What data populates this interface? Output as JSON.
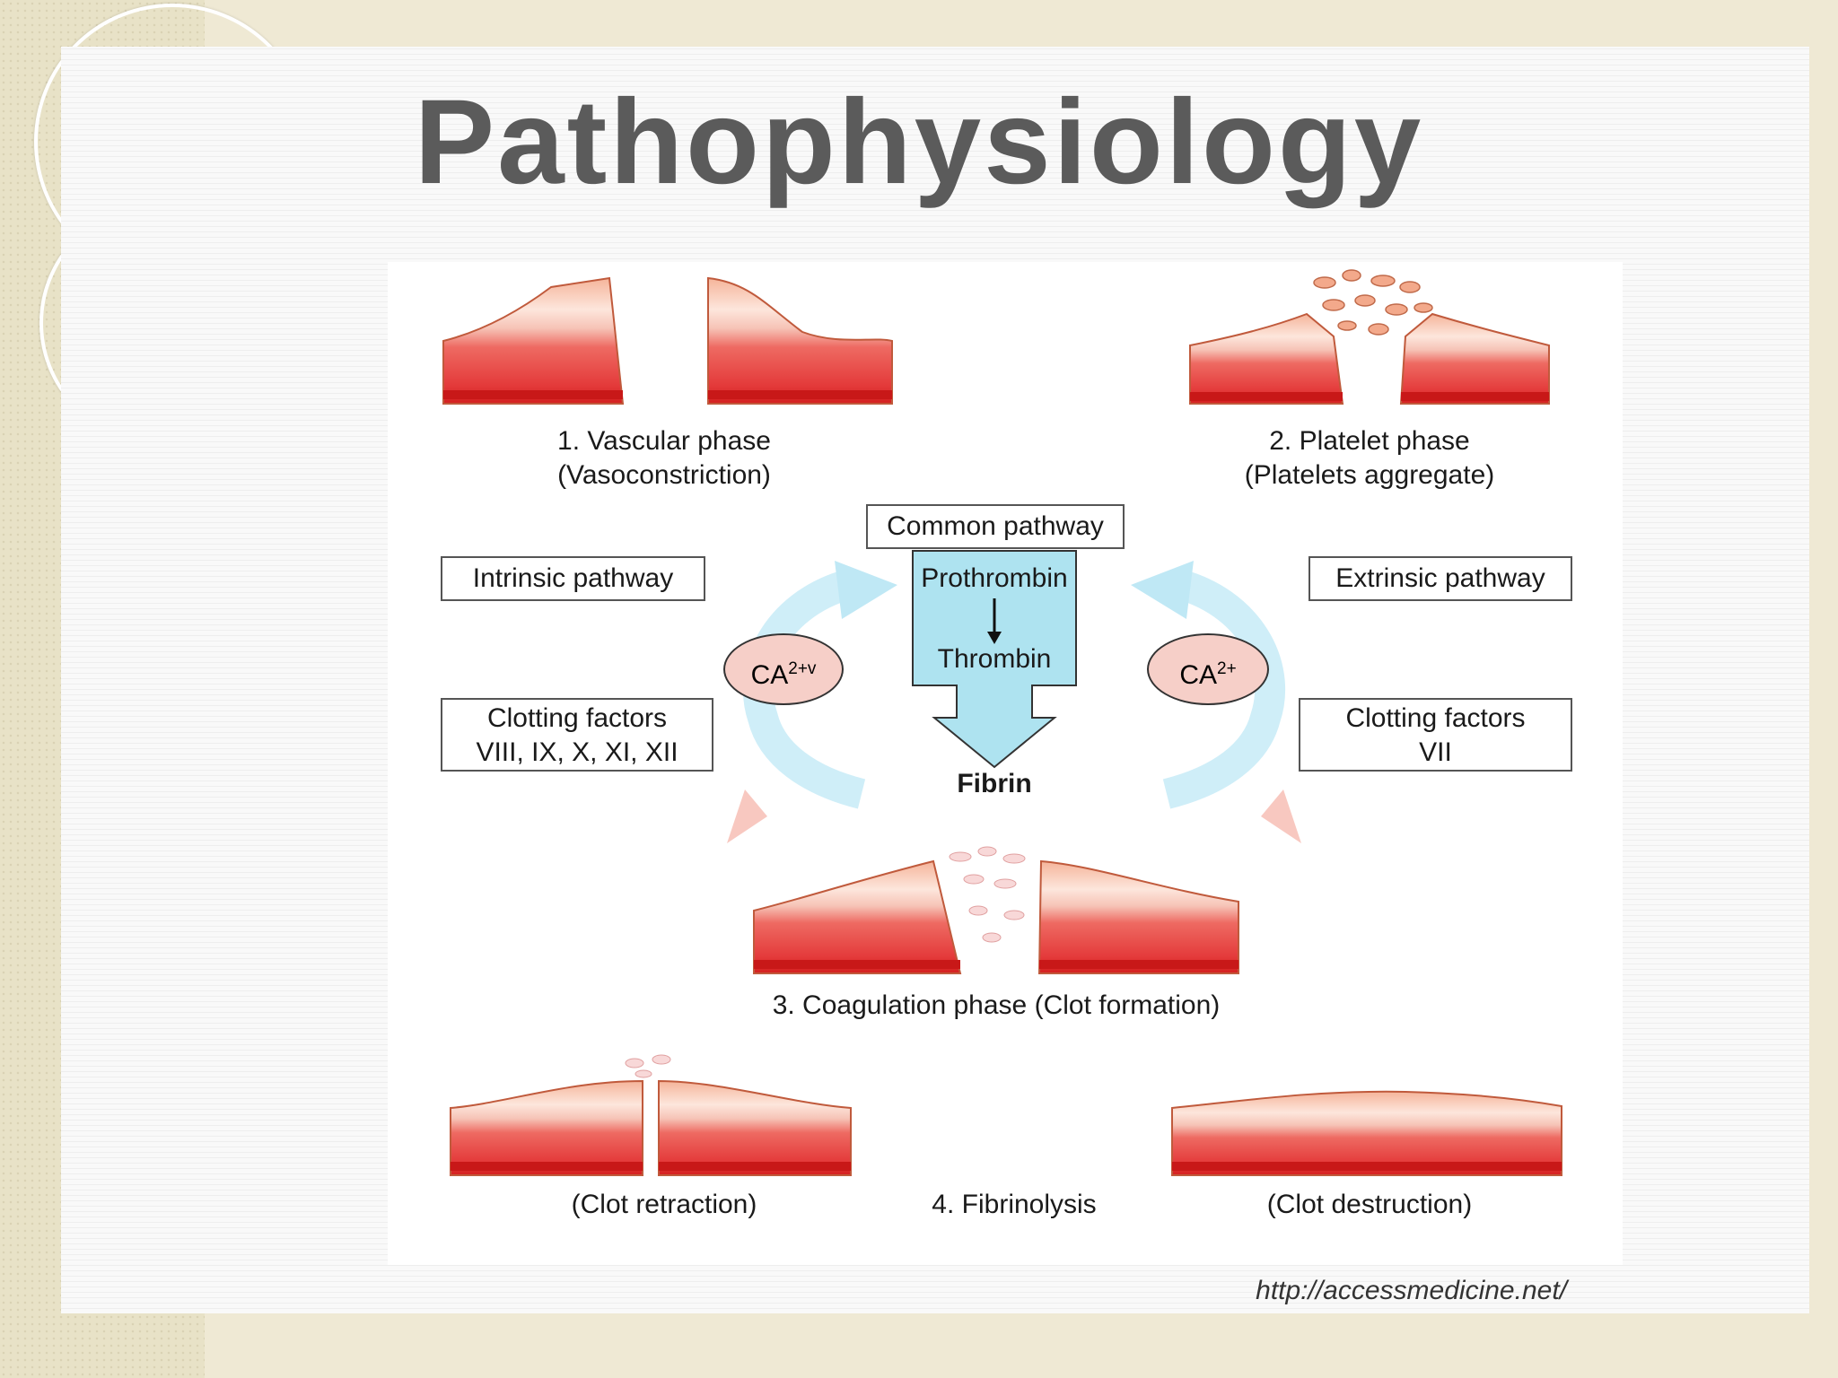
{
  "title": "Pathophysiology",
  "phases": {
    "vascular": {
      "line1": "1. Vascular phase",
      "line2": "(Vasoconstriction)"
    },
    "platelet": {
      "line1": "2. Platelet phase",
      "line2": "(Platelets aggregate)"
    },
    "coagulation": "3. Coagulation phase (Clot formation)",
    "fibrinolysis": "4. Fibrinolysis",
    "clot_retraction": "(Clot retraction)",
    "clot_destruction": "(Clot destruction)"
  },
  "pathways": {
    "common": "Common pathway",
    "intrinsic": "Intrinsic pathway",
    "extrinsic": "Extrinsic pathway",
    "prothrombin": "Prothrombin",
    "thrombin": "Thrombin",
    "fibrin": "Fibrin",
    "intrinsic_factors": {
      "line1": "Clotting factors",
      "line2": "VIII, IX, X, XI, XII"
    },
    "extrinsic_factors": {
      "line1": "Clotting factors",
      "line2": "VII"
    },
    "ca_left": {
      "base": "CA",
      "sup": "2+v"
    },
    "ca_right": {
      "base": "CA",
      "sup": "2+"
    }
  },
  "source_url": "http://accessmedicine.net/",
  "colors": {
    "arrow": "#bfe8f5",
    "pathway_arrow": "#aee3f0",
    "ca_fill": "#f6cfc8",
    "tissue_red": "#e83a3a",
    "tissue_pink": "#f4a8a0"
  }
}
